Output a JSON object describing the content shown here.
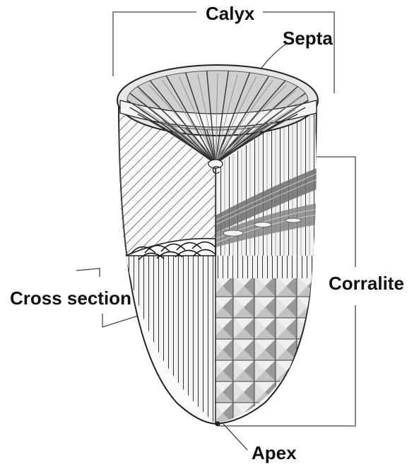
{
  "diagram": {
    "labels": {
      "calyx": "Calyx",
      "septa": "Septa",
      "corallite": "Corralite",
      "cross_section": "Cross section",
      "apex": "Apex"
    },
    "colors": {
      "stroke": "#222222",
      "light": "#efefef",
      "mid": "#c8c8c8",
      "dark": "#7a7a7a",
      "background": "#ffffff"
    }
  }
}
